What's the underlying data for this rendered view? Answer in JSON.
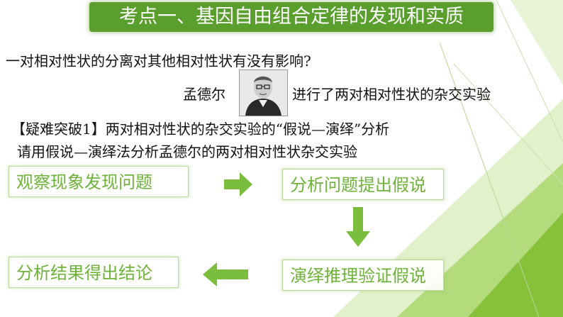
{
  "title": "考点一、基因自由组合定律的发现和实质",
  "question": "一对相对性状的分离对其他相对性状有没有影响?",
  "mendel_name": "孟德尔",
  "mendel_text": "进行了两对相对性状的杂交实验",
  "subtitle1": "【疑难突破1】两对相对性状的杂交实验的“假说—演绎”分析",
  "subtitle2": "请用假说—演绎法分析孟德尔的两对相对性状杂交实验",
  "steps": {
    "observe": "观察现象发现问题",
    "hypothesize": "分析问题提出假说",
    "deduce": "演绎推理验证假说",
    "conclude": "分析结果得出结论"
  },
  "colors": {
    "title_bg": "#5a9e2e",
    "step_text": "#6fb23a",
    "arrow": "#7bbd3c"
  }
}
